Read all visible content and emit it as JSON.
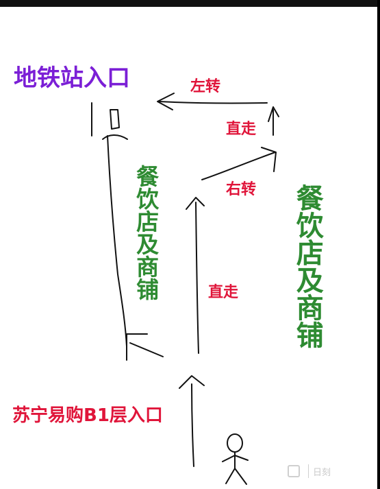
{
  "labels": {
    "metro_entrance": "地铁站入口",
    "turn_left": "左转",
    "go_straight_top": "直走",
    "turn_right": "右转",
    "go_straight_mid": "直走",
    "suning_entrance": "苏宁易购B1层入口",
    "dining_left": "餐饮店及商铺",
    "dining_right": "餐饮店及商铺"
  },
  "watermark": {
    "left_text": "",
    "right_text": "日刻"
  },
  "colors": {
    "purple": "#7b1fd6",
    "red": "#e0153a",
    "green": "#2e8b32",
    "ink": "#111111"
  }
}
